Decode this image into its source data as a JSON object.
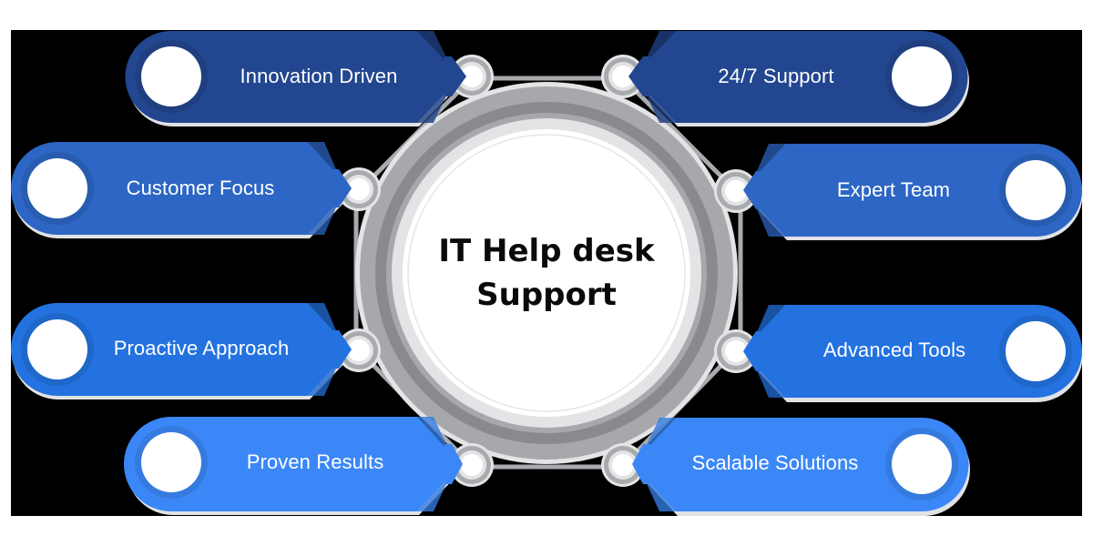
{
  "diagram": {
    "title_line1": "IT Help desk",
    "title_line2": "Support",
    "colors": {
      "backdrop": "#000000",
      "ring_outer": "#a7a8ab",
      "ring_dark": "#898a8d",
      "ring_light": "#e3e4e6",
      "center_fill": "#ffffff",
      "connector": "#a9aaad",
      "shadow": "#e1e2e5",
      "text": "#ffffff",
      "title_text": "#0a0a0a"
    },
    "left_items": [
      {
        "label": "Innovation Driven",
        "icon": "circle-icon",
        "color": "#22468f",
        "accent": "#1f3f80"
      },
      {
        "label": "Customer Focus",
        "icon": "circle-icon",
        "color": "#2d66c4",
        "accent": "#285cb0"
      },
      {
        "label": "Proactive Approach",
        "icon": "circle-icon",
        "color": "#2372e0",
        "accent": "#1f67c9"
      },
      {
        "label": "Proven Results",
        "icon": "circle-icon",
        "color": "#3b87f7",
        "accent": "#357ade"
      }
    ],
    "right_items": [
      {
        "label": "24/7 Support",
        "icon": "circle-icon",
        "color": "#22468f",
        "accent": "#1f3f80"
      },
      {
        "label": "Expert Team",
        "icon": "circle-icon",
        "color": "#2d66c4",
        "accent": "#285cb0"
      },
      {
        "label": "Advanced Tools",
        "icon": "circle-icon",
        "color": "#2372e0",
        "accent": "#1f67c9"
      },
      {
        "label": "Scalable Solutions",
        "icon": "circle-icon",
        "color": "#3b87f7",
        "accent": "#357ade"
      }
    ]
  }
}
